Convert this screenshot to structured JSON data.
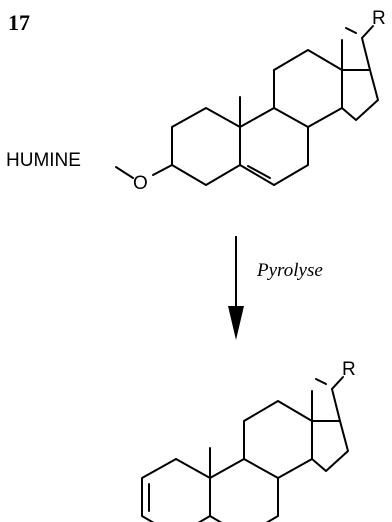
{
  "compound_number": "17",
  "top_molecule": {
    "substituent_label": "HUMINE",
    "oxygen_label": "O",
    "side_chain_label": "R"
  },
  "reaction_arrow": {
    "label": "Pyrolyse"
  },
  "bottom_molecule": {
    "side_chain_label": "R"
  }
}
